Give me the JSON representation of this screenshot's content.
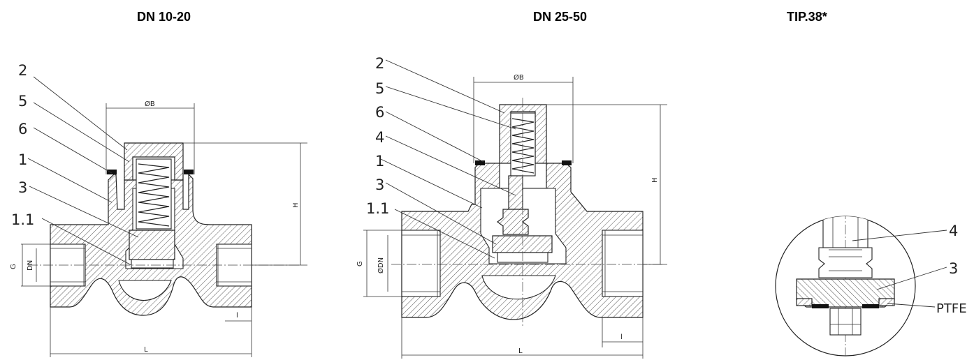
{
  "titles": {
    "small": "DN 10-20",
    "large": "DN 25-50",
    "detail": "TIP.38*"
  },
  "small_valve": {
    "part_labels": [
      "2",
      "5",
      "6",
      "1",
      "3",
      "1.1"
    ],
    "dims": {
      "diameter_b": "ØB",
      "height": "H",
      "thread": "G",
      "nominal": "DN",
      "length": "L",
      "thread_length": "l"
    }
  },
  "large_valve": {
    "part_labels": [
      "2",
      "5",
      "6",
      "4",
      "1",
      "3",
      "1.1"
    ],
    "dims": {
      "diameter_b": "ØB",
      "height": "H",
      "thread": "G",
      "nominal": "ØDN",
      "length": "L",
      "thread_length": "l"
    }
  },
  "detail": {
    "part_labels": [
      "4",
      "3",
      "PTFE"
    ]
  },
  "colors": {
    "line": "#222222",
    "background": "#ffffff",
    "seal": "#111111"
  }
}
